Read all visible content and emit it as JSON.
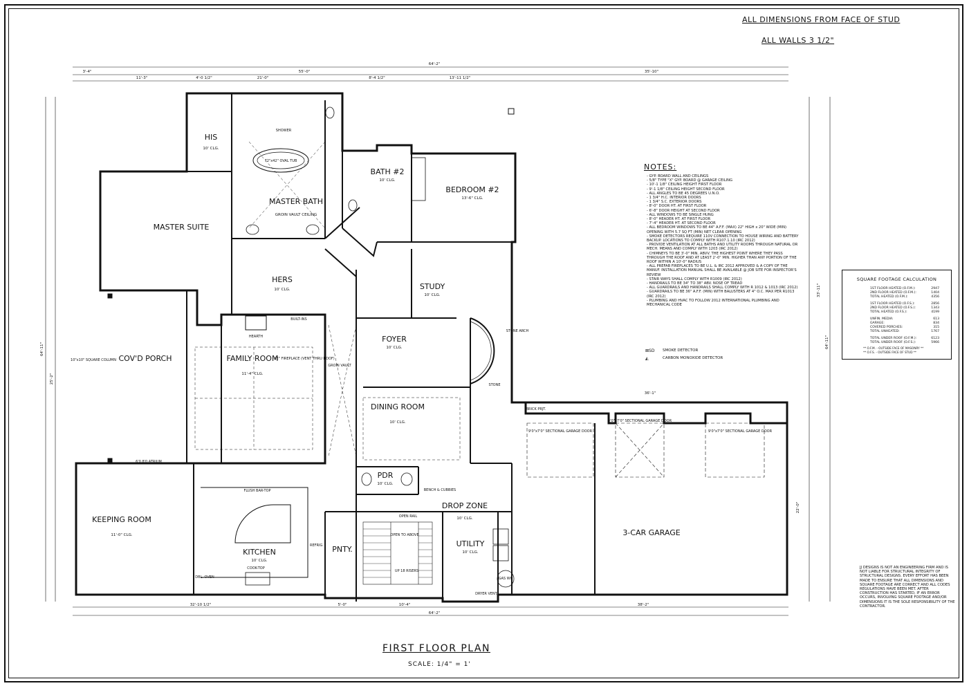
{
  "header": {
    "dimensions_note": "ALL DIMENSIONS FROM FACE OF STUD",
    "walls_note": "ALL WALLS 3 1/2\""
  },
  "drawing": {
    "title": "FIRST FLOOR PLAN",
    "scale": "SCALE: 1/4\" = 1'"
  },
  "rooms": {
    "master_suite": {
      "name": "MASTER SUITE"
    },
    "master_bath": {
      "name": "MASTER BATH",
      "note": "GROIN VAULT CEILING"
    },
    "his": {
      "name": "HIS",
      "ceiling": "10' CLG."
    },
    "hers": {
      "name": "HERS",
      "ceiling": "10' CLG."
    },
    "bath2": {
      "name": "BATH #2",
      "ceiling": "10' CLG."
    },
    "bedroom2": {
      "name": "BEDROOM #2",
      "ceiling": "13'-6\" CLG."
    },
    "study": {
      "name": "STUDY",
      "ceiling": "10' CLG."
    },
    "foyer": {
      "name": "FOYER",
      "ceiling": "10' CLG."
    },
    "family": {
      "name": "FAMILY ROOM",
      "ceiling": "11'-4\" CLG."
    },
    "porch": {
      "name": "COV'D PORCH"
    },
    "dining": {
      "name": "DINING ROOM",
      "ceiling": "10' CLG."
    },
    "keeping": {
      "name": "KEEPING ROOM",
      "ceiling": "11'-0\" CLG."
    },
    "kitchen": {
      "name": "KITCHEN",
      "ceiling": "10' CLG."
    },
    "pdr": {
      "name": "PDR",
      "ceiling": "10' CLG."
    },
    "pnty": {
      "name": "PNTY."
    },
    "drop_zone": {
      "name": "DROP ZONE",
      "ceiling": "10' CLG."
    },
    "utility": {
      "name": "UTILITY",
      "ceiling": "10' CLG."
    },
    "garage": {
      "name": "3-CAR GARAGE"
    }
  },
  "labels": {
    "tub": "72\"x42\" OVAL TUB",
    "shower": "SHOWER",
    "fireplace": "42\" FIREPLACE (VENT THRU ROOF)",
    "hearth": "HEARTH",
    "built_ins": "BUILT-INS",
    "open_to_above": "OPEN TO ABOVE",
    "risers": "UP 18 RISERS",
    "gas_wh": "GAS WH",
    "stone_arch": "STONE ARCH",
    "stone": "STONE",
    "brick": "BRICK PRJT.",
    "garage_door": "9'0\"x7'0\" SECTIONAL GARAGE DOOR",
    "flush_bar": "FLUSH BAR-TOP",
    "cook_top": "COOK-TOP",
    "oven": "DBL. OVEN",
    "refrig": "REFRIG.",
    "bench": "BENCH & CUBBIES",
    "atrium": "6'0 8'0 ATRIUM",
    "column": "10\"x10\" SQUARE COLUMN",
    "groin_vault": "GROIN VAULT",
    "open_rail": "OPEN RAIL",
    "dryer_vent": "DRYER VENT"
  },
  "dimensions": {
    "overall_width": "64'-2\"",
    "overall_depth": "64'-11\"",
    "top_left": "3'-4\"",
    "top_mid": "55'-0\"",
    "top_right": "35'-10\"",
    "seg1": "11'-3\"",
    "seg2": "4'-0 1/2\"",
    "seg3": "21'-0\"",
    "seg4": "8'-4 1/2\"",
    "seg5": "13'-11 1/2\"",
    "bot1": "32'-10 1/2\"",
    "bot2": "5'-0\"",
    "bot3": "10'-4\"",
    "bot4": "38'-2\"",
    "garage_w": "36'-1\"",
    "garage_d": "22'-0\"",
    "left_total": "25'-2\"",
    "right_total": "33'-11\""
  },
  "notes": {
    "title": "NOTES:",
    "items": [
      "GYP. BOARD WALL AND CEILINGS",
      "5/8\" TYPE \"X\" GYP. BOARD @ GARAGE CEILING",
      "10'-1 1/8\" CEILING HEIGHT FIRST FLOOR",
      "9'-1 1/8\" CEILING HEIGHT SECOND FLOOR",
      "ALL ANGLES TO BE 45 DEGREES U.N.O.",
      "1 3/4\" H.C. INTERIOR DOORS",
      "1 3/4\" S.C. EXTERIOR DOORS",
      "8'-0\" DOOR HT. AT FIRST FLOOR",
      "6'-8\" DOOR HEIGHT AT SECOND FLOOR",
      "ALL WINDOWS TO BE SINGLE HUNG",
      "8'-0\" HEADER HT. AT FIRST FLOOR",
      "7'-4\" HEADER HT. AT SECOND FLOOR",
      "ALL BEDROOM WINDOWS TO BE 44\" A.F.F. (MAX) 22\" HIGH x 20\" WIDE (MIN) OPENING WITH 5.7 SQ FT (MIN) NET CLEAR OPENING",
      "SMOKE DETECTORS REQUIRE 110V CONNECTION TO HOUSE WIRING AND BATTERY BACKUP. LOCATIONS TO COMPLY WITH R107.1.10 (IRC 2012)",
      "PROVIDE VENTILATION AT ALL BATHS AND UTILITY ROOMS THROUGH NATURAL OR MECH. MEANS AND COMPLY WITH 1203 (IRC 2012)",
      "CHIMNEYS TO BE 3'-0\" MIN. ABVV. THE HIGHEST POINT WHERE THEY PASS THROUGH THE ROOF AND AT LEAST 2'-0\" MIN. HIGHER THAN ANY PORTION OF THE ROOF WITHIN A 10'-0\" RADIUS",
      "ALL PREFAB FIREPLACES TO BE U.L. & IRC 2012 APPROVED & A COPY OF THE MANUF. INSTALLATION MANUAL SHALL BE AVAILABLE @ JOB SITE FOR INSPECTOR'S REVIEW",
      "STAIR WAYS SHALL COMPLY WITH R1009 (IRC 2012)",
      "HANDRAILS TO BE 34\" TO 38\" ABV. NOSE OF TREAD",
      "ALL GUARDRAILS AND HANDRAILS SHALL COMPLY WITH R 1012 & 1013 (IRC 2012)",
      "GUARDRAILS TO BE 36\" A.F.F. (MIN) WITH BALUSTERS AT 4\" O.C. MAX PER R1013 (IRC 2012)",
      "PLUMBING AND HVAC TO FOLLOW 2012 INTERNATIONAL PLUMBING AND MECHANICAL CODE"
    ]
  },
  "legend": {
    "smoke": "SMOKE DETECTOR",
    "smoke_sym": "⊠SD",
    "co": "CARBON MONOXIDE DETECTOR",
    "co_sym": "◭"
  },
  "sqft": {
    "title": "SQUARE FOOTAGE CALCULATION",
    "rows": [
      {
        "label": "1ST FLOOR HEATED (O.F.M.):",
        "value": "2947"
      },
      {
        "label": "2ND FLOOR HEATED (O.F.M.):",
        "value": "1404"
      },
      {
        "label": "TOTAL HEATED (O.F.M.):",
        "value": "4356"
      },
      {
        "label": "1ST FLOOR HEATED (O.F.S.):",
        "value": "2856"
      },
      {
        "label": "2ND FLOOR HEATED (O.F.S.):",
        "value": "1343"
      },
      {
        "label": "TOTAL HEATED (O.F.S.):",
        "value": "4199"
      },
      {
        "label": "UNFIN. MEDIA:",
        "value": "613"
      },
      {
        "label": "GARAGE:",
        "value": "834"
      },
      {
        "label": "COVERED PORCHES:",
        "value": "315"
      },
      {
        "label": "TOTAL UNHEATED:",
        "value": "1767"
      },
      {
        "label": "TOTAL UNDER ROOF (O.F.M.):",
        "value": "6123"
      },
      {
        "label": "TOTAL UNDER ROOF (O.F.S.):",
        "value": "5966"
      }
    ],
    "foot1": "** O.F.M. - OUTSIDE FACE OF MASONRY **",
    "foot2": "** O.F.S. - OUTSIDE FACE OF STUD **"
  },
  "disclaimer": "JJ DESIGNS IS NOT AN ENGINEERING FIRM AND IS NOT LIABLE FOR STRUCTURAL INTEGRITY OF STRUCTURAL DESIGNS. EVERY EFFORT HAS BEEN MADE TO ENSURE THAT ALL DIMENSIONS AND SQUARE FOOTAGE ARE CORRECT AND ALL CODES REGULATIONS HAVE BEEN MET. AFTER CONSTRUCTION HAS STARTED, IF AN ERROR OCCURS, INVOLVING SQUARE FOOTAGE AND/OR DIMENSIONS IT IS THE SOLE RESPONSIBILITY OF THE CONTRACTOR."
}
